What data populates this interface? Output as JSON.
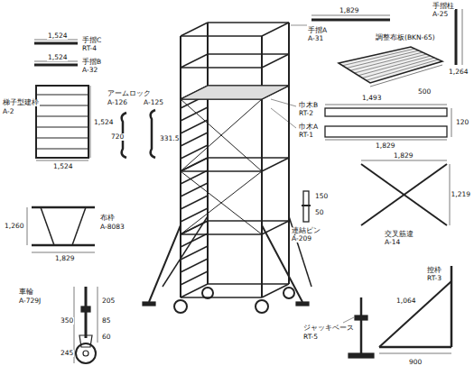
{
  "diagram": {
    "labels": [
      "手摺A",
      "A-31",
      "1,829",
      "手摺柱",
      "A-25",
      "1,264",
      "1,524",
      "手摺C",
      "RT-4",
      "1,524",
      "手摺B",
      "A-32",
      "梯子型建枠",
      "A-2",
      "1,524",
      "1,524",
      "アームロック",
      "A-126",
      "A-125",
      "720",
      "331.5",
      "布枠",
      "A-8083",
      "1,260",
      "1,829",
      "車輪",
      "A-729J",
      "350",
      "245",
      "205",
      "85",
      "60",
      "調整布板(BKN-65)",
      "500",
      "巾木B",
      "RT-2",
      "1,493",
      "巾木A",
      "RT-1",
      "1,829",
      "120",
      "交叉筋違",
      "A-14",
      "1,829",
      "1,219",
      "連結ピン",
      "A-209",
      "150",
      "50",
      "ジャッキベース",
      "RT-5",
      "控枠",
      "RT-3",
      "1,064",
      "900"
    ]
  }
}
